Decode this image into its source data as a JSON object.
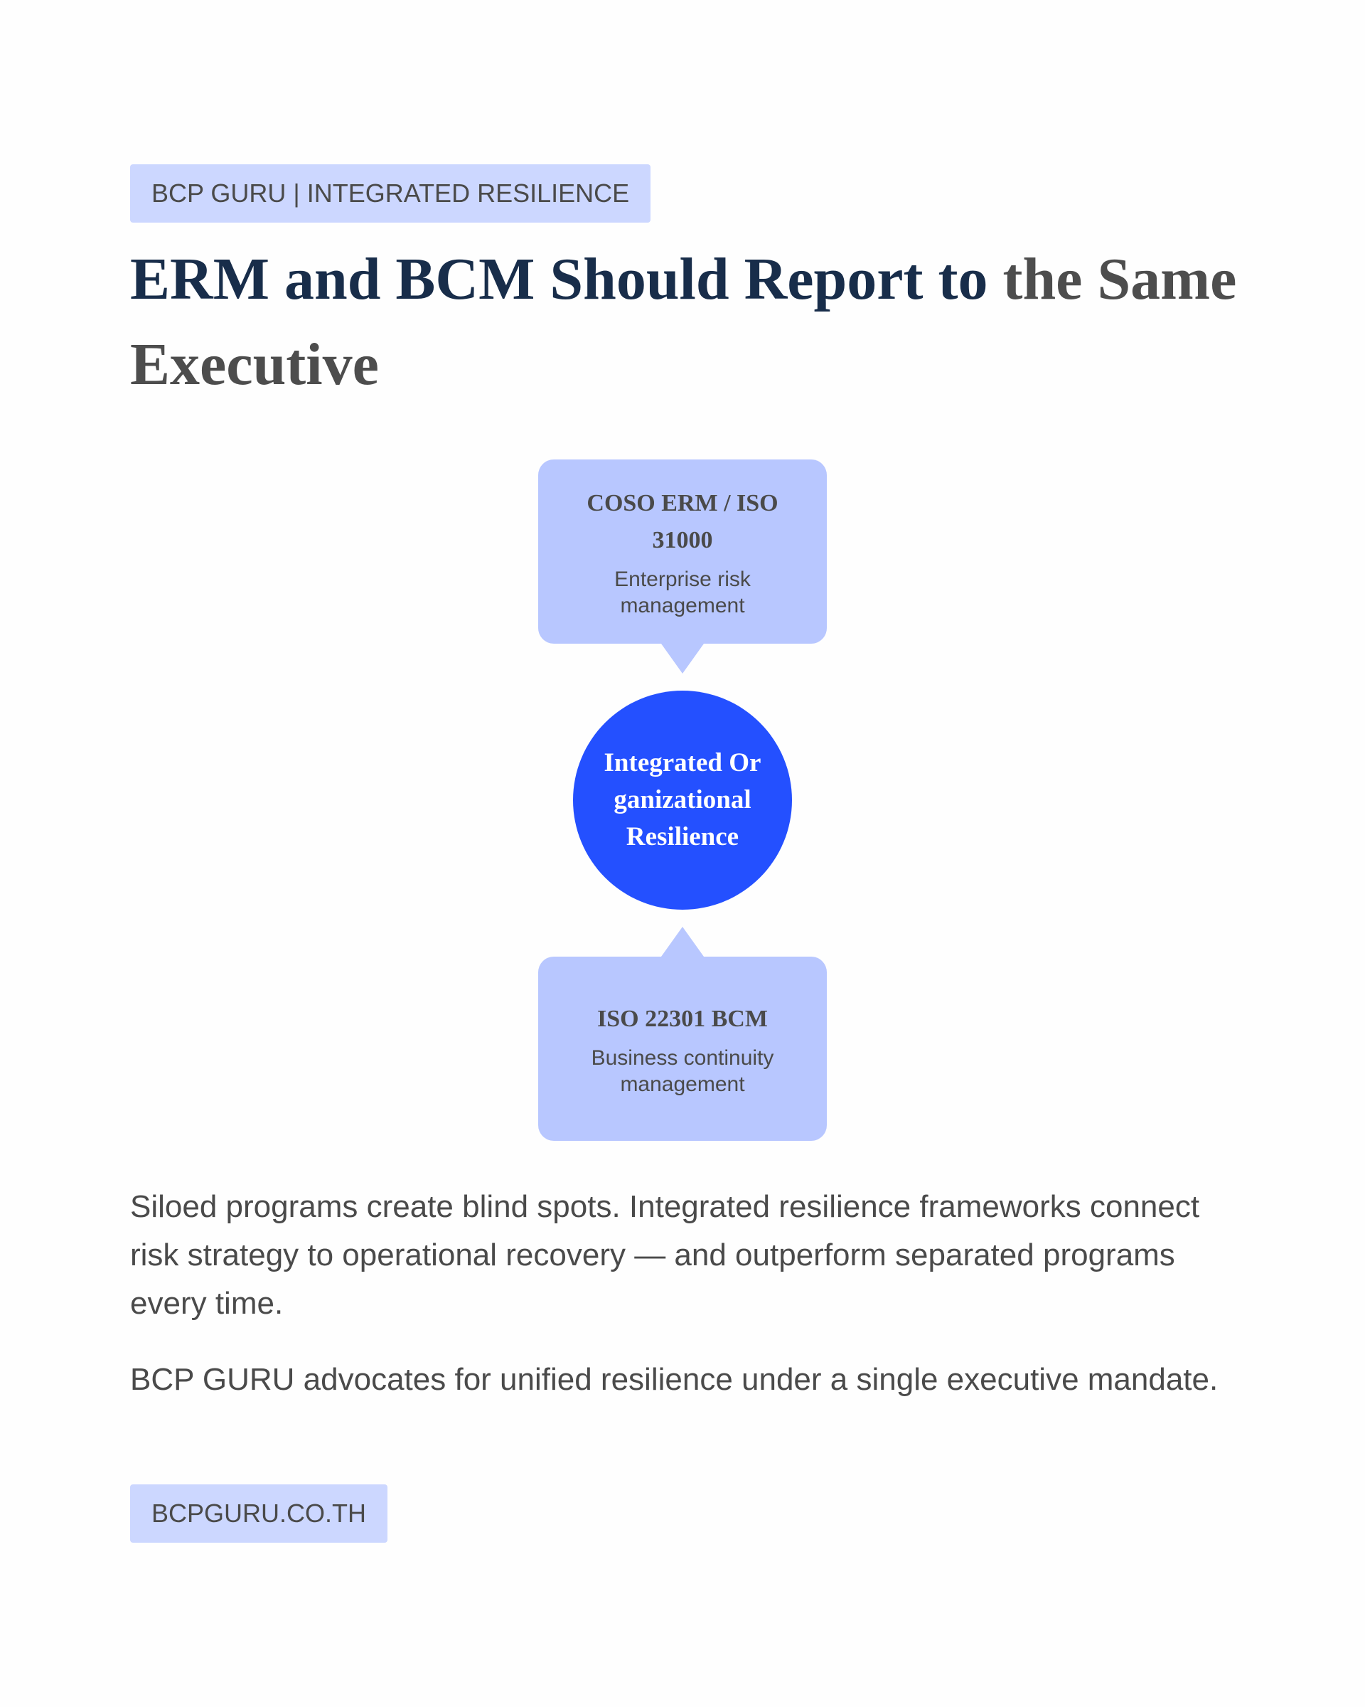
{
  "header": {
    "eyebrow": "BCP GURU | INTEGRATED RESILIENCE",
    "title_accent": "ERM and BCM Should Report to",
    "title_rest": " the Same Executive"
  },
  "diagram": {
    "top_node": {
      "heading": "COSO ERM / ISO 31000",
      "subtitle": "Enterprise risk management"
    },
    "hub": {
      "label": "Integrated Organizational Resilience"
    },
    "bottom_node": {
      "heading": "ISO 22301 BCM",
      "subtitle": "Business continuity management"
    }
  },
  "body": {
    "paragraphs": [
      "Siloed programs create blind spots. Integrated resilience frameworks connect risk strategy to operational recovery — and outperform separated programs every time.",
      "BCP GURU advocates for unified resilience under a single executive mandate."
    ]
  },
  "footer": {
    "website": "BCPGURU.CO.TH"
  },
  "colors": {
    "background": "#fefefe",
    "badge": "#ccd7ff",
    "node": "#b8c7ff",
    "hub": "#2450ff",
    "title_accent": "#182d4a",
    "text": "#4a4a4a"
  }
}
